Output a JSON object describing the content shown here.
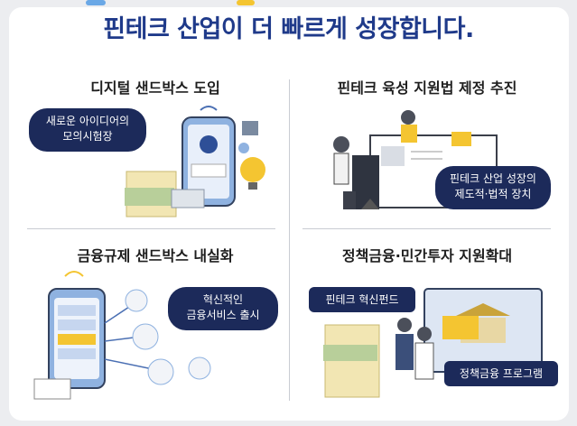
{
  "header": {
    "title": "핀테크 산업이 더 빠르게 성장합니다."
  },
  "quadrants": [
    {
      "title": "디지털 샌드박스 도입",
      "bubble": [
        "새로운 아이디어의",
        "모의시험장"
      ]
    },
    {
      "title": "핀테크 육성 지원법 제정 추진",
      "bubble": [
        "핀테크 산업 성장의",
        "제도적·법적 장치"
      ]
    },
    {
      "title": "금융규제 샌드박스 내실화",
      "bubble": [
        "혁신적인",
        "금융서비스 출시"
      ]
    },
    {
      "title": "정책금융·민간투자 지원확대",
      "bubbles": [
        "핀테크 혁신펀드",
        "정책금융 프로그램"
      ]
    }
  ],
  "colors": {
    "title": "#1f3a8a",
    "bubble": "#1c2a5a",
    "accent": "#f4c531"
  }
}
